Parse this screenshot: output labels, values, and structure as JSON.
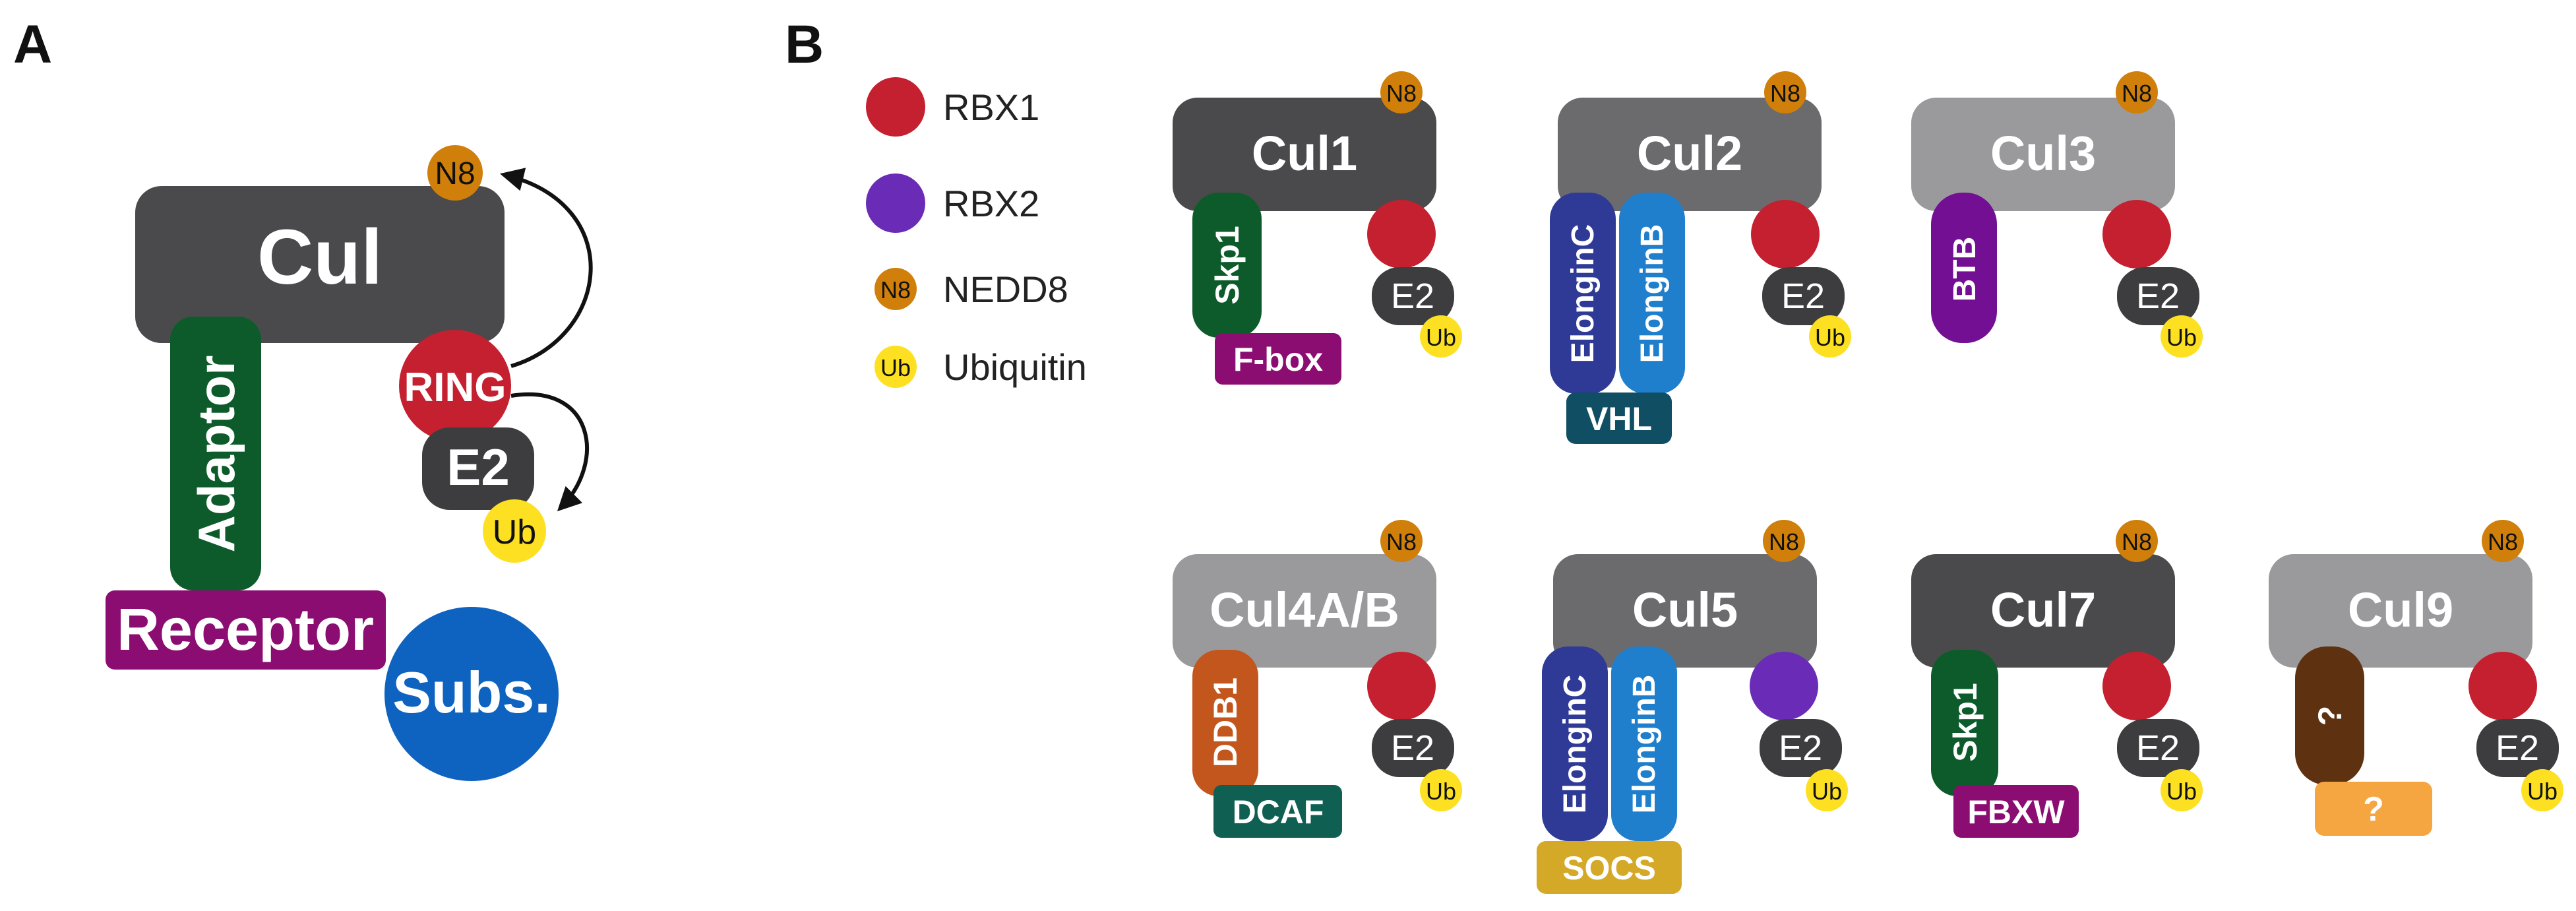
{
  "panel_a": {
    "letter": "A",
    "cullin": "Cul",
    "nedd8": "N8",
    "adaptor": "Adaptor",
    "ring": "RING",
    "e2": "E2",
    "ub": "Ub",
    "receptor": "Receptor",
    "substrate": "Subs."
  },
  "panel_b": {
    "letter": "B",
    "legend": [
      {
        "kind": "rbx1",
        "label": "RBX1"
      },
      {
        "kind": "rbx2",
        "label": "RBX2"
      },
      {
        "kind": "nedd8",
        "symbol": "N8",
        "label": "NEDD8"
      },
      {
        "kind": "ub",
        "symbol": "Ub",
        "label": "Ubiquitin"
      }
    ],
    "complexes": [
      {
        "name": "Cul1",
        "adaptor": [
          "Skp1"
        ],
        "receptor": "F-box",
        "rbx": "RBX1"
      },
      {
        "name": "Cul2",
        "adaptor": [
          "ElonginC",
          "ElonginB"
        ],
        "receptor": "VHL",
        "rbx": "RBX1"
      },
      {
        "name": "Cul3",
        "adaptor": [
          "BTB"
        ],
        "receptor": "",
        "rbx": "RBX1"
      },
      {
        "name": "Cul4A/B",
        "adaptor": [
          "DDB1"
        ],
        "receptor": "DCAF",
        "rbx": "RBX1"
      },
      {
        "name": "Cul5",
        "adaptor": [
          "ElonginC",
          "ElonginB"
        ],
        "receptor": "SOCS",
        "rbx": "RBX2"
      },
      {
        "name": "Cul7",
        "adaptor": [
          "Skp1"
        ],
        "receptor": "FBXW",
        "rbx": "RBX1"
      },
      {
        "name": "Cul9",
        "adaptor": [
          "?"
        ],
        "receptor": "?",
        "rbx": "RBX1"
      }
    ],
    "e2": "E2",
    "ub": "Ub",
    "nedd8": "N8"
  },
  "colors": {
    "cullin_dark": "#4a4a4c",
    "cullin_mid": "#6b6b6e",
    "cullin_light": "#9a9a9c",
    "rbx1": "#c4202f",
    "rbx2": "#6a2cb6",
    "nedd8": "#cf7f0a",
    "ubiquitin": "#fde021",
    "e2": "#3d3d3f",
    "adaptor_green": "#0d5b2a",
    "receptor_purple": "#8c0d72",
    "substrate_blue": "#0f63c0",
    "elonginc": "#2e3a96",
    "elonginb": "#1f7fcc",
    "vhl": "#104e63",
    "btb": "#720f93",
    "ddb1": "#c3561c",
    "dcaf": "#0f5f52",
    "socs": "#d5a928",
    "cul9_adaptor": "#5e3210",
    "cul9_receptor": "#f5a640"
  }
}
